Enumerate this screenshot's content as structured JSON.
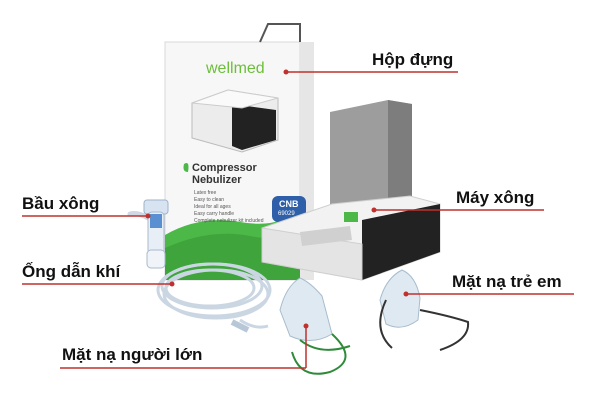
{
  "callouts": [
    {
      "id": "box",
      "text": "Hộp đựng"
    },
    {
      "id": "machine",
      "text": "Máy xông"
    },
    {
      "id": "cup",
      "text": "Bầu xông"
    },
    {
      "id": "tube",
      "text": "Ống dẫn khí"
    },
    {
      "id": "child-mask",
      "text": "Mặt nạ trẻ em"
    },
    {
      "id": "adult-mask",
      "text": "Mặt nạ người lớn"
    }
  ],
  "package": {
    "brand": "wellmed",
    "product_line1": "Compressor",
    "product_line2": "Nebulizer",
    "features": [
      "Latex free",
      "Easy to clean",
      "Ideal for all ages",
      "Easy carry handle",
      "Complete nebulizer kit included"
    ],
    "model": "CNB",
    "model_number": "69029"
  },
  "colors": {
    "callout_line": "#c0302c",
    "brand_green": "#6cbf3a",
    "package_green": "#4cb848",
    "model_badge": "#2f5fa8",
    "lid_gray": "#8c8c8c"
  }
}
